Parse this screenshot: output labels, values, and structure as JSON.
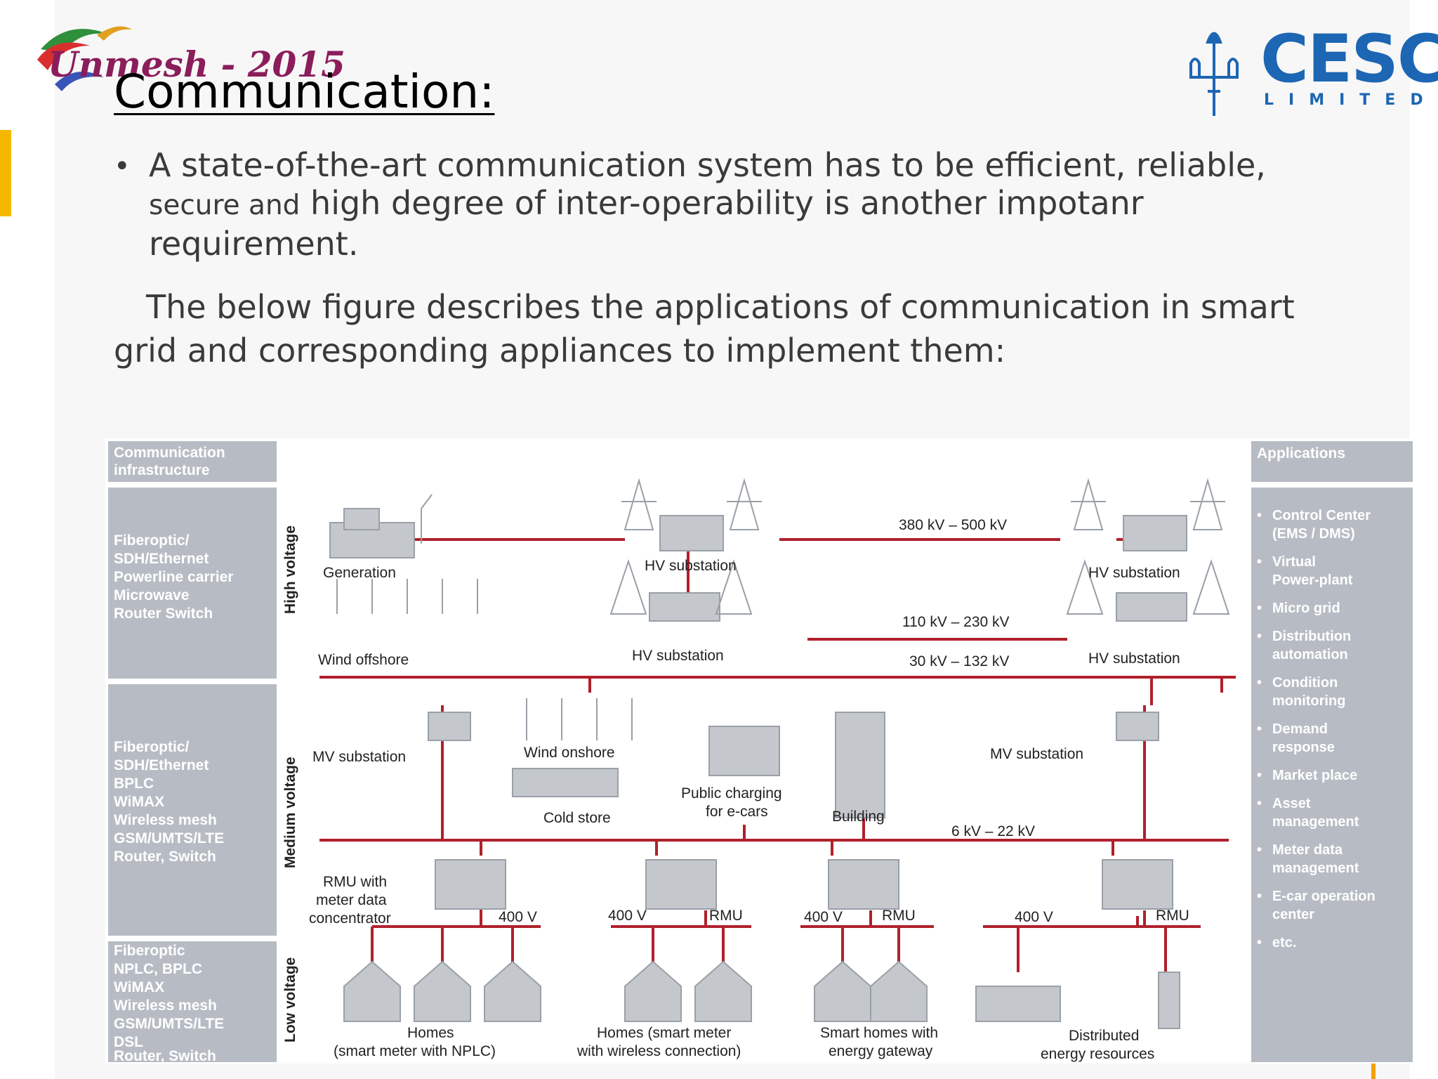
{
  "header": {
    "logo_left_text": "Unmesh - 2015",
    "logo_right_text": "CESC",
    "logo_right_sub": "LIMITED",
    "title": "Communication:"
  },
  "content": {
    "bullet_symbol": "•",
    "bullet_line1": "A state-of-the-art communication system has to be efficient, reliable,",
    "bullet_line2_small": "secure and",
    "bullet_line2_rest": " high degree of inter-operability is another impotanr",
    "bullet_line3": "requirement.",
    "para_line1": "The below figure describes the applications of communication in smart",
    "para_line2": "grid and corresponding appliances to implement them:"
  },
  "figure": {
    "left_header": [
      "Communication",
      "infrastructure"
    ],
    "right_header": "Applications",
    "high_voltage_tech": [
      "Fiberoptic/",
      "SDH/Ethernet",
      "Powerline carrier",
      "Microwave",
      "Router Switch"
    ],
    "medium_voltage_tech": [
      "Fiberoptic/",
      "SDH/Ethernet",
      "BPLC",
      "WiMAX",
      "Wireless mesh",
      "GSM/UMTS/LTE",
      "Router, Switch"
    ],
    "low_voltage_tech": [
      "Fiberoptic",
      "NPLC, BPLC",
      "WiMAX",
      "Wireless mesh",
      "GSM/UMTS/LTE",
      "DSL",
      "Router, Switch"
    ],
    "voltage_labels": {
      "high": "High voltage",
      "medium": "Medium voltage",
      "low": "Low voltage"
    },
    "applications": [
      [
        "Control Center",
        "(EMS / DMS)"
      ],
      [
        "Virtual",
        "Power-plant"
      ],
      [
        "Micro grid"
      ],
      [
        "Distribution",
        "automation"
      ],
      [
        "Condition",
        "monitoring"
      ],
      [
        "Demand",
        "response"
      ],
      [
        "Market place"
      ],
      [
        "Asset",
        "management"
      ],
      [
        "Meter data",
        "management"
      ],
      [
        "E-car operation",
        "center"
      ],
      [
        "etc."
      ]
    ],
    "labels": {
      "generation": "Generation",
      "hv_substation_top_mid": "HV substation",
      "hv_substation_top_right": "HV substation",
      "kv_380_500": "380 kV – 500 kV",
      "wind_offshore": "Wind offshore",
      "hv_substation_mid": "HV substation",
      "kv_110_230": "110 kV – 230 kV",
      "kv_30_132": "30 kV – 132 kV",
      "hv_substation_right2": "HV substation",
      "mv_substation_left": "MV substation",
      "wind_onshore": "Wind onshore",
      "cold_store": "Cold store",
      "public_charging_1": "Public charging",
      "public_charging_2": "for e-cars",
      "building": "Building",
      "mv_substation_right": "MV substation",
      "kv_6_22": "6 kV – 22 kV",
      "rmu_meter_1": "RMU with",
      "rmu_meter_2": "meter data",
      "rmu_meter_3": "concentrator",
      "v400_a": "400 V",
      "v400_b": "400 V",
      "rmu_b": "RMU",
      "v400_c": "400 V",
      "rmu_c": "RMU",
      "v400_d": "400 V",
      "rmu_d": "RMU",
      "homes_1": "Homes",
      "homes_2": "(smart meter with NPLC)",
      "homes_smart_1": "Homes (smart meter",
      "homes_smart_2": "with wireless connection)",
      "smart_homes_1": "Smart homes with",
      "smart_homes_2": "energy gateway",
      "distributed_1": "Distributed",
      "distributed_2": "energy resources"
    }
  },
  "colors": {
    "line_red": "#b0202c",
    "panel_grey": "#b7bcc4",
    "panel_text": "#ffffff",
    "accent_yellow": "#f5b800",
    "cesc_blue": "#1c66b3",
    "unmesh_purple": "#8b1d5b"
  },
  "icons": [
    "unmesh-logo-icon",
    "cesc-lamp-icon",
    "pylon-icon",
    "wind-turbine-icon",
    "substation-icon",
    "house-icon",
    "building-icon",
    "charging-station-icon",
    "solar-panel-icon"
  ]
}
